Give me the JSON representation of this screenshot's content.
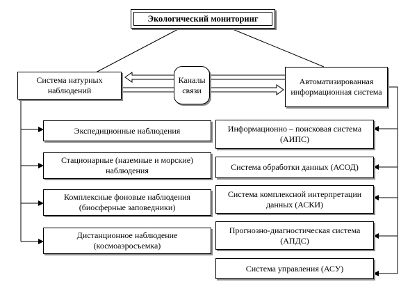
{
  "title": "Экологический мониторинг",
  "left_system": "Система натурных наблюдений",
  "channels": "Каналы связи",
  "right_system": "Автоматизированная информационная система",
  "left_items": [
    "Экспедиционные наблюдения",
    "Стационарные (наземные и морские) наблюдения",
    "Комплексные фоновые наблюдения (биосферные заповедники)",
    "Дистанционное наблюдение (космоаэросъемка)"
  ],
  "right_items": [
    "Информационно – поисковая система (АИПС)",
    "Система обработки данных (АСОД)",
    "Система комплексной интерпретации данных (АСКИ)",
    "Прогнозно-диагностическая система (АПДС)",
    "Система управления (АСУ)"
  ]
}
